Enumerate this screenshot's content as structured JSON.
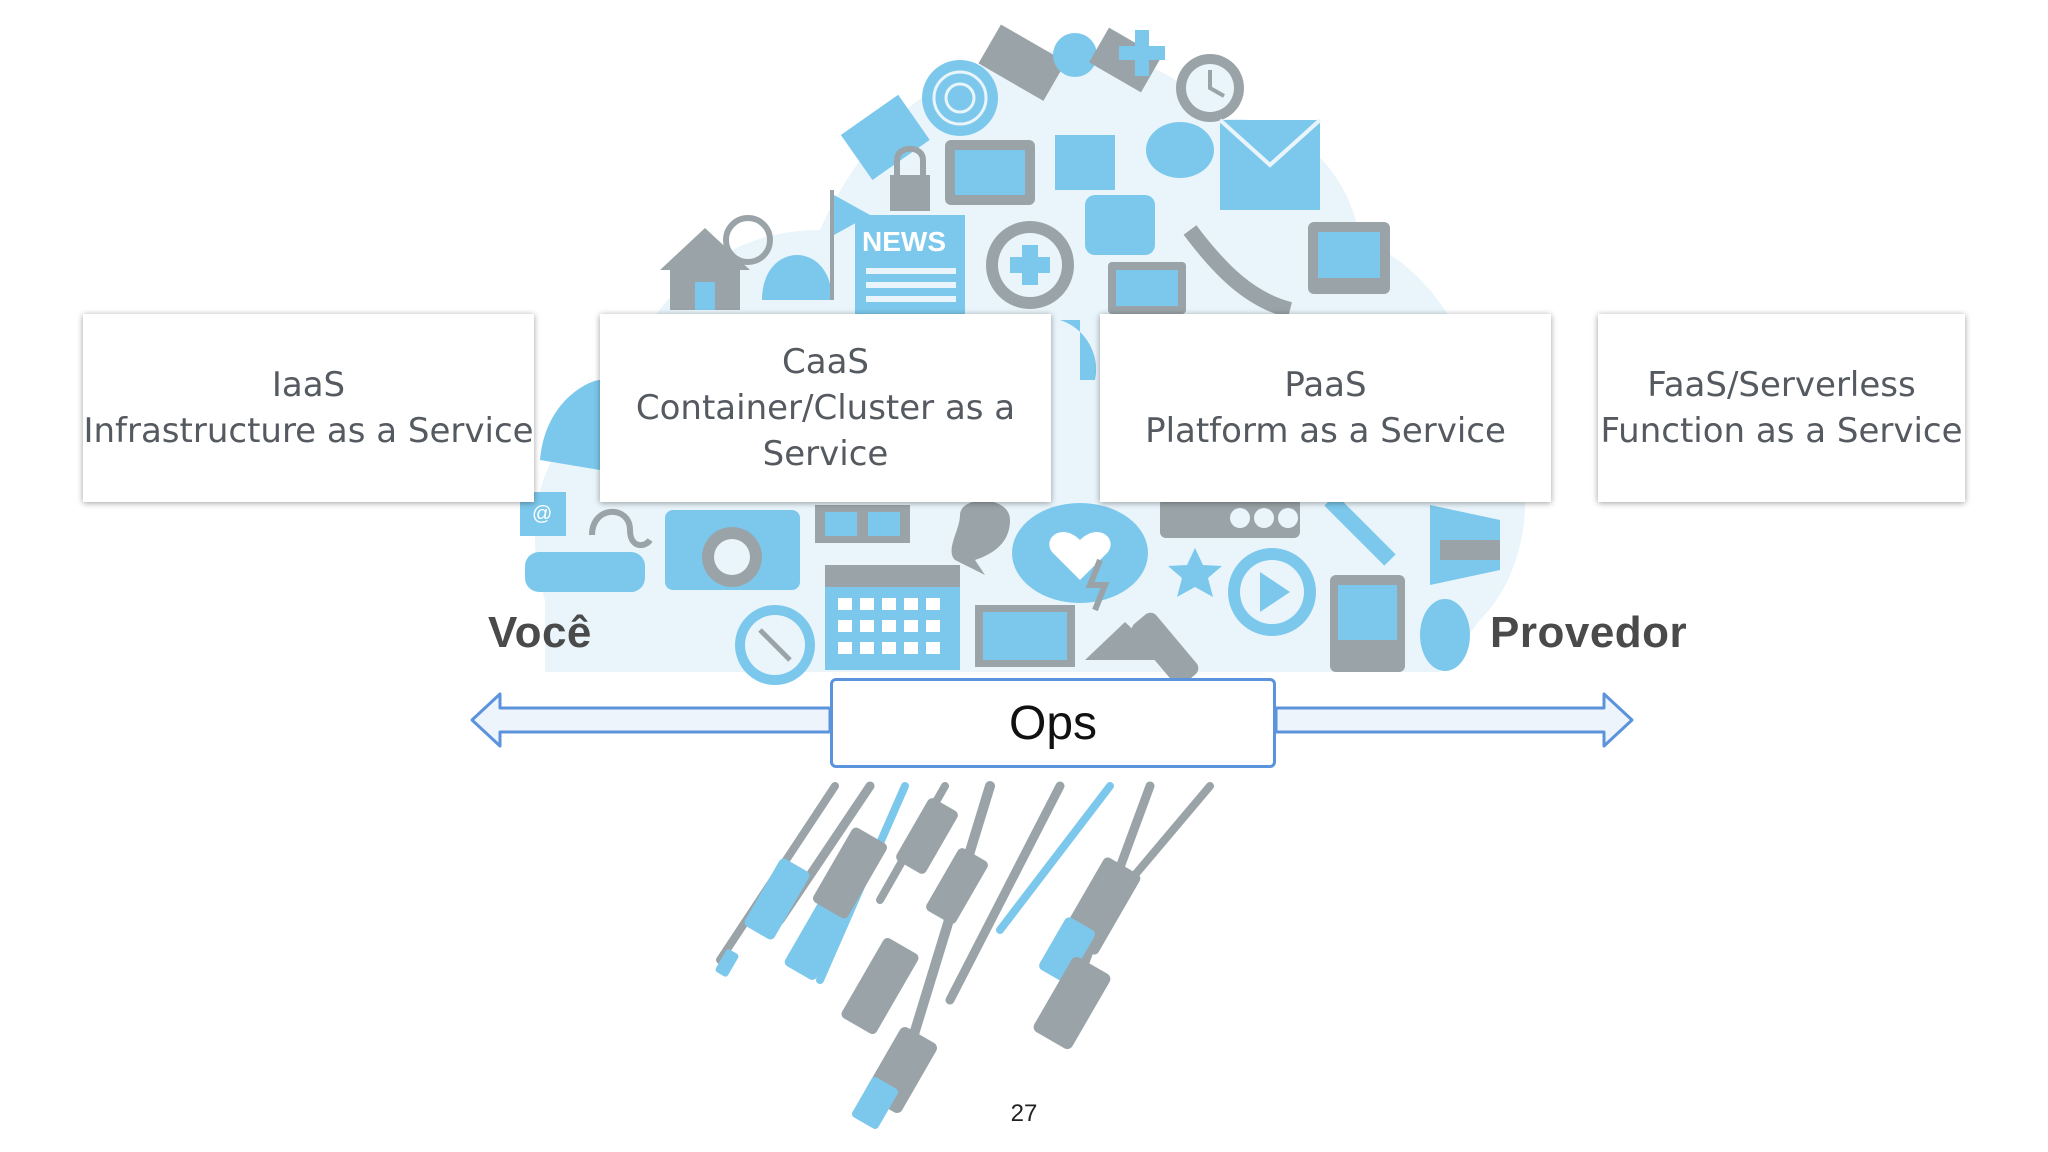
{
  "cards": [
    {
      "line1": "IaaS",
      "line2": "Infrastructure as a Service"
    },
    {
      "line1": "CaaS",
      "line2": "Container/Cluster as a",
      "line3": "Service"
    },
    {
      "line1": "PaaS",
      "line2": "Platform as a Service"
    },
    {
      "line1": "FaaS/Serverless",
      "line2": "Function as a Service"
    }
  ],
  "left_label": "Você",
  "right_label": "Provedor",
  "center_label": "Ops",
  "page_number": "27",
  "news_label": "NEWS",
  "colors": {
    "icon_blue": "#7cc8ec",
    "icon_gray": "#9aa4a8",
    "arrow_blue": "#5b93dd",
    "card_text": "#555a60"
  }
}
